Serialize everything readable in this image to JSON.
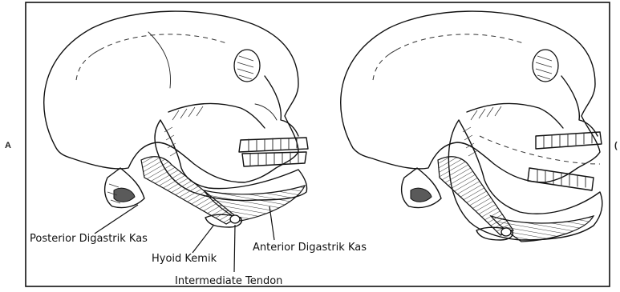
{
  "figure": {
    "panel_labels": {
      "left": "A",
      "right": "("
    },
    "annotations": {
      "posterior": "Posterior Digastrik Kas",
      "hyoid": "Hyoid Kemik",
      "anterior": "Anterior Digastrik Kas",
      "tendon": "Intermediate Tendon"
    }
  }
}
